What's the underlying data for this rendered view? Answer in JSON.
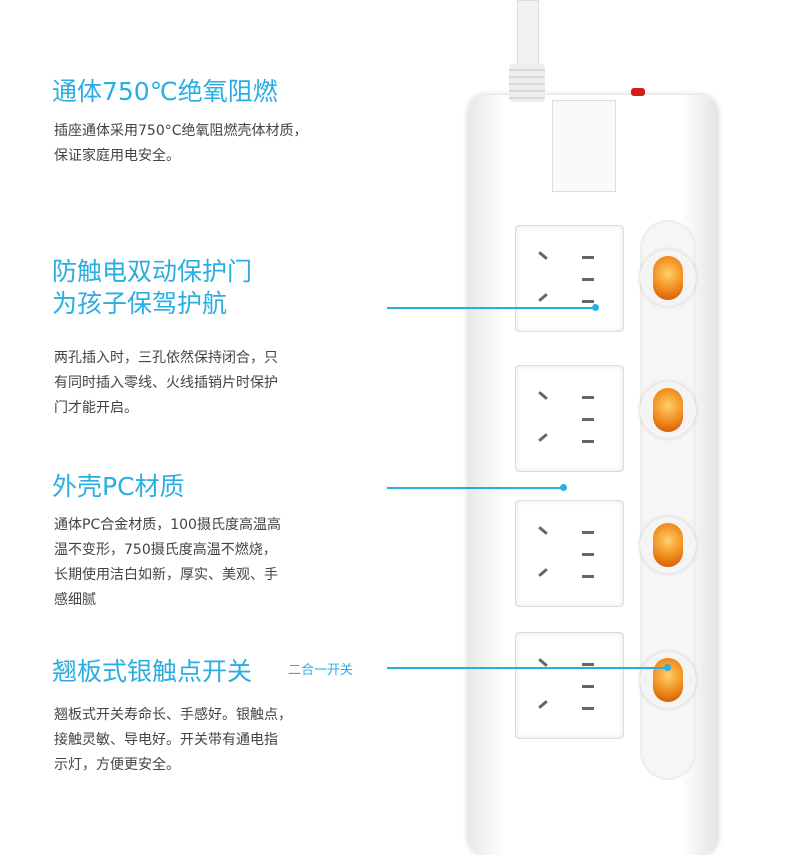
{
  "sections": [
    {
      "title": [
        "通体750℃绝氧阻燃"
      ],
      "desc": [
        "插座通体采用750°C绝氧阻燃壳体材质，",
        "保证家庭用电安全。"
      ]
    },
    {
      "title": [
        "防触电双动保护门",
        "为孩子保驾护航"
      ],
      "desc": [
        "两孔插入时，三孔依然保持闭合，只",
        "有同时插入零线、火线插销片时保护",
        "门才能开启。"
      ]
    },
    {
      "title": [
        "外壳PC材质"
      ],
      "desc": [
        "通体PC合金材质，100摄氏度高温高",
        "温不变形，750摄氏度高温不燃烧，",
        "长期使用洁白如新，厚实、美观、手",
        "感细腻"
      ]
    },
    {
      "title": [
        "翘板式银触点开关"
      ],
      "desc": [
        "翘板式开关寿命长、手感好。银触点，",
        "接触灵敏、导电好。开关带有通电指",
        "示灯，方便更安全。"
      ]
    }
  ],
  "callout": "二合一开关",
  "accent": "#29aee3"
}
